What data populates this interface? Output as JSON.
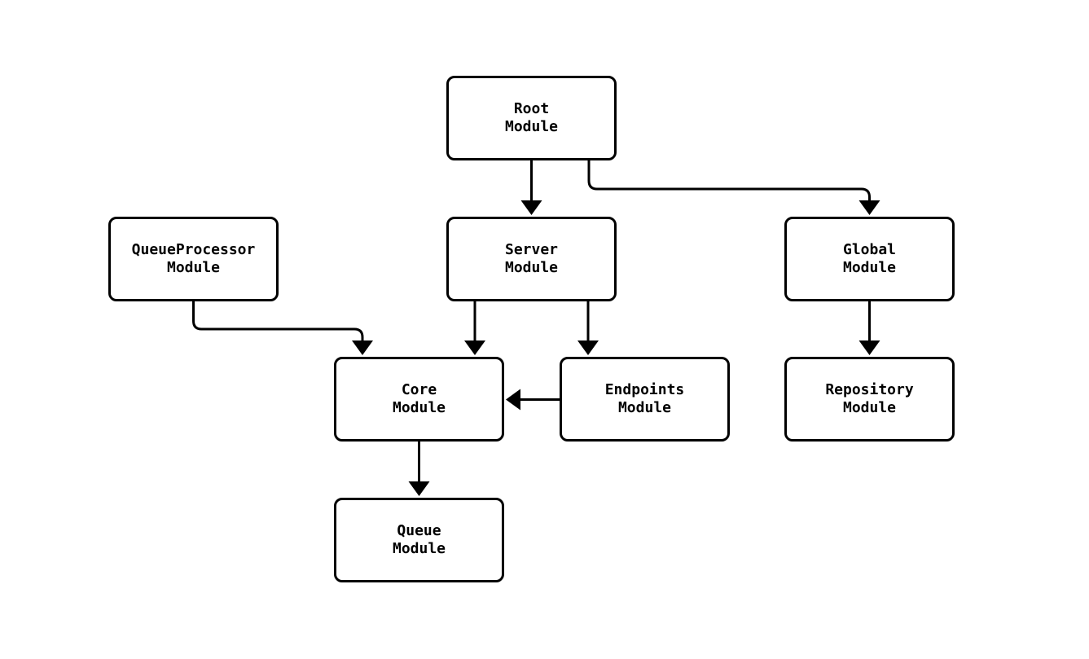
{
  "diagram": {
    "type": "module-dependency-graph",
    "background_color": "#ffffff",
    "node_fill_color": "#ffffff",
    "node_border_color": "#000000",
    "edge_color": "#000000",
    "text_color": "#000000",
    "nodes": [
      {
        "id": "root",
        "label": "Root\nModule"
      },
      {
        "id": "queueprocessor",
        "label": "QueueProcessor\nModule"
      },
      {
        "id": "server",
        "label": "Server\nModule"
      },
      {
        "id": "global",
        "label": "Global\nModule"
      },
      {
        "id": "core",
        "label": "Core\nModule"
      },
      {
        "id": "endpoints",
        "label": "Endpoints\nModule"
      },
      {
        "id": "repository",
        "label": "Repository\nModule"
      },
      {
        "id": "queue",
        "label": "Queue\nModule"
      }
    ],
    "edges": [
      {
        "from": "root",
        "to": "server"
      },
      {
        "from": "root",
        "to": "global"
      },
      {
        "from": "queueprocessor",
        "to": "core"
      },
      {
        "from": "server",
        "to": "core"
      },
      {
        "from": "server",
        "to": "endpoints"
      },
      {
        "from": "endpoints",
        "to": "core"
      },
      {
        "from": "global",
        "to": "repository"
      },
      {
        "from": "core",
        "to": "queue"
      }
    ]
  }
}
